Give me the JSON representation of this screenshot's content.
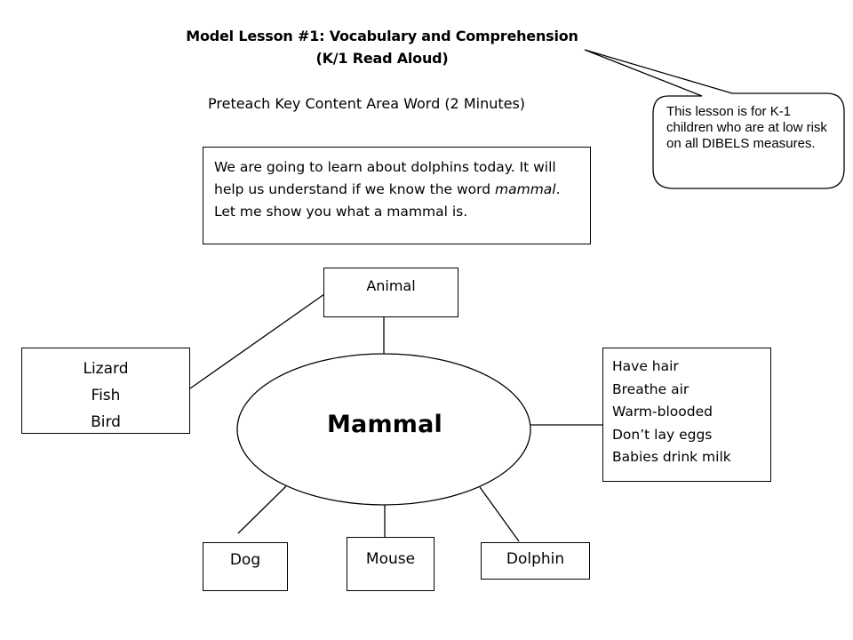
{
  "document": {
    "title_line1": "Model Lesson #1: Vocabulary and Comprehension",
    "title_line2": "(K/1 Read Aloud)",
    "subtitle": "Preteach Key Content Area Word (2 Minutes)",
    "callout": "This lesson is for K-1 children who are at low risk on all DIBELS measures.",
    "intro": {
      "part1": "We are going to learn about dolphins today. It will help us understand if we know the word ",
      "emphasis": "mammal",
      "part2": ".  Let me show you what a mammal is."
    }
  },
  "diagram": {
    "center": "Mammal",
    "category": "Animal",
    "non_examples": [
      "Lizard",
      "Fish",
      "Bird"
    ],
    "characteristics": [
      "Have hair",
      "Breathe air",
      "Warm-blooded",
      "Don’t lay eggs",
      "Babies drink milk"
    ],
    "examples": [
      "Dog",
      "Mouse",
      "Dolphin"
    ]
  }
}
